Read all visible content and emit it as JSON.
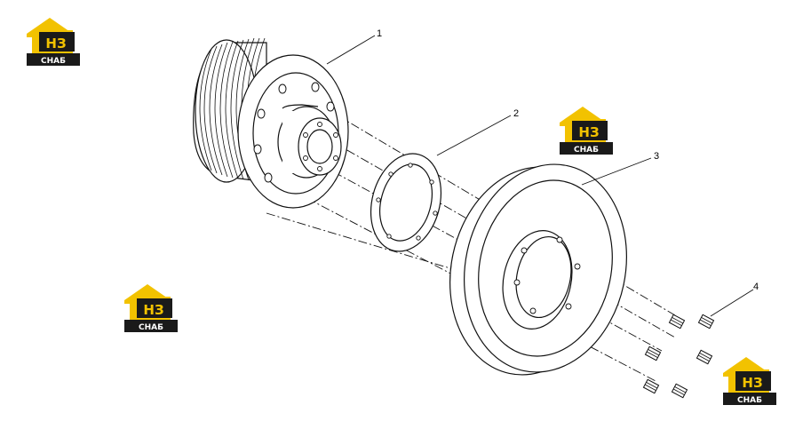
{
  "callouts": {
    "c1": "1",
    "c2": "2",
    "c3": "3",
    "c4": "4"
  },
  "watermark": {
    "main": "НЗ",
    "sub": "СНАБ",
    "colors": {
      "yellow": "#f2c200",
      "dark": "#1a1a1a",
      "white": "#ffffff"
    }
  },
  "colors": {
    "line": "#111111",
    "background": "#ffffff"
  }
}
